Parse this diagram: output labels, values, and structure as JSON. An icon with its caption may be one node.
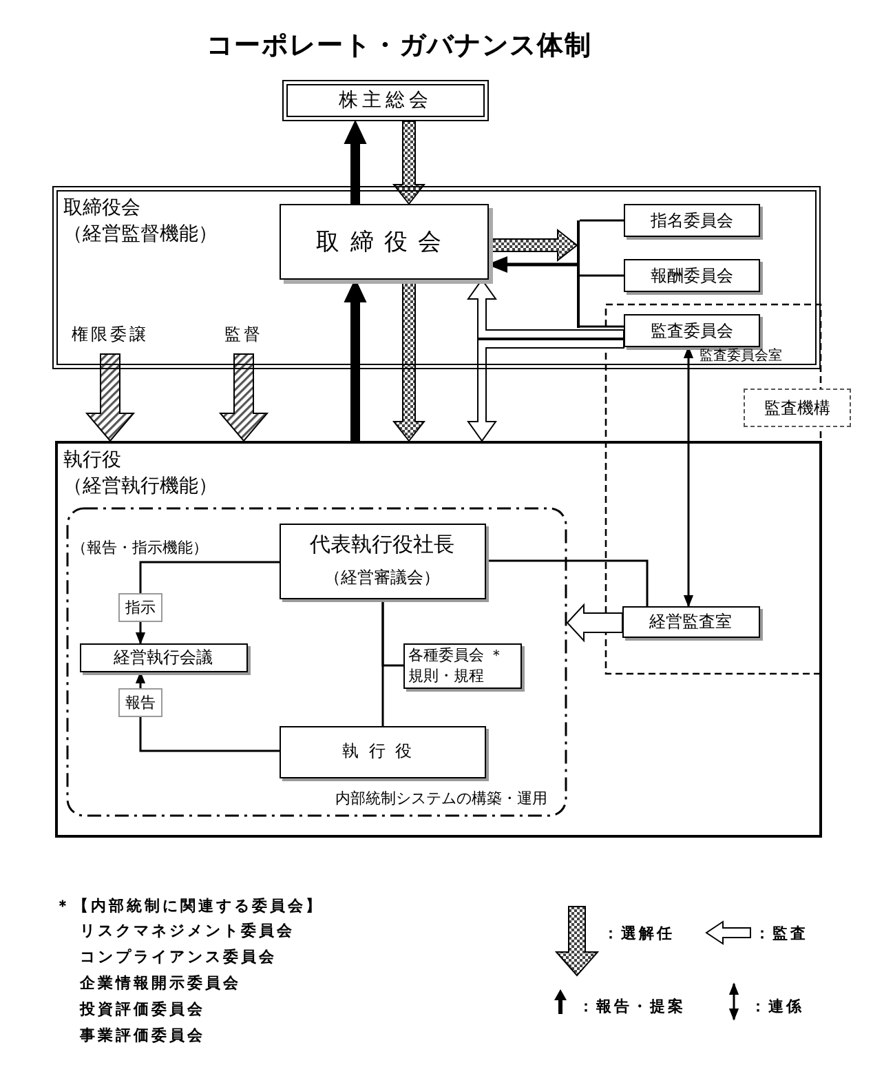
{
  "diagram": {
    "title": "コーポレート・ガバナンス体制",
    "nodes": [
      {
        "text": [
          "株主総会"
        ]
      },
      {
        "text": [
          "取締役会",
          "（経営監督機能）"
        ]
      },
      {
        "text": [
          "取締役会"
        ],
        "in": 1
      },
      {
        "text": [],
        "shape": "bar",
        "in": 1
      },
      {
        "text": [
          "指名委員会"
        ],
        "in": 1
      },
      {
        "text": [
          "報酬委員会"
        ],
        "in": 1
      },
      {
        "text": [
          "監査委員会"
        ],
        "in": 1,
        "beside": [
          "監査委員会室"
        ]
      },
      {
        "text": [
          "監査機構"
        ]
      },
      {
        "text": [
          "執行役",
          "（経営執行機能）"
        ]
      },
      {
        "text": [
          "内部統制システムの構築・運用"
        ],
        "in": 8
      },
      {
        "text": [
          "代表執行役社長",
          "（経営審議会）"
        ],
        "in": 9
      },
      {
        "text": [
          "経営執行会議"
        ],
        "in": 9
      },
      {
        "text": [
          "各種委員会 ＊",
          "規則・規程"
        ],
        "in": 9
      },
      {
        "text": [
          "執行役"
        ],
        "in": 9
      },
      {
        "text": [
          "経営監査室"
        ],
        "in": 8
      }
    ],
    "edges": [
      {
        "from": 2,
        "to": 0,
        "arrow": "to",
        "style": "thick",
        "color": "#000000"
      },
      {
        "from": 0,
        "to": 2,
        "arrow": "to",
        "style": "thick",
        "color": "#808080"
      },
      {
        "from": 8,
        "to": 2,
        "arrow": "to",
        "style": "thick",
        "color": "#000000"
      },
      {
        "from": 2,
        "to": 8,
        "arrow": "to",
        "style": "thick",
        "color": "#808080"
      },
      {
        "from": 1,
        "to": 8,
        "arrow": "to",
        "label": "権限委譲",
        "style": "thick",
        "color": "#c0c0c0"
      },
      {
        "from": 1,
        "to": 8,
        "arrow": "to",
        "label": "監督",
        "style": "thick",
        "color": "#c0c0c0"
      },
      {
        "from": 6,
        "to": 2,
        "arrow": "to",
        "style": "thick",
        "color": "#ffffff"
      },
      {
        "from": 6,
        "to": 8,
        "arrow": "to",
        "style": "thick",
        "color": "#ffffff"
      },
      {
        "from": 2,
        "to": 3,
        "arrow": "to",
        "style": "thick",
        "color": "#808080"
      },
      {
        "from": 3,
        "to": 2,
        "arrow": "to"
      },
      {
        "from": 3,
        "to": 4,
        "arrow": "none"
      },
      {
        "from": 3,
        "to": 5,
        "arrow": "none"
      },
      {
        "from": 3,
        "to": 6,
        "arrow": "none"
      },
      {
        "from": 6,
        "to": 14,
        "arrow": "both"
      },
      {
        "from": 10,
        "to": 14,
        "arrow": "none"
      },
      {
        "from": 10,
        "to": 11,
        "arrow": "to",
        "label": "指示"
      },
      {
        "from": 13,
        "to": 11,
        "arrow": "to",
        "label": "報告"
      },
      {
        "from": 10,
        "to": 13,
        "arrow": "none"
      },
      {
        "from": 10,
        "to": 12,
        "arrow": "none"
      },
      {
        "from": 14,
        "to": 9,
        "arrow": "to",
        "style": "thick",
        "color": "#ffffff"
      }
    ],
    "labels": [
      "（報告・指示機能）",
      "＊【内部統制に関連する委員会】",
      "リスクマネジメント委員会",
      "コンプライアンス委員会",
      "企業情報開示委員会",
      "投資評価委員会",
      "事業評価委員会"
    ],
    "legend": [
      {
        "text": "：選解任"
      },
      {
        "text": "：監査"
      },
      {
        "text": "：報告・提案"
      },
      {
        "text": "：連係"
      }
    ]
  }
}
